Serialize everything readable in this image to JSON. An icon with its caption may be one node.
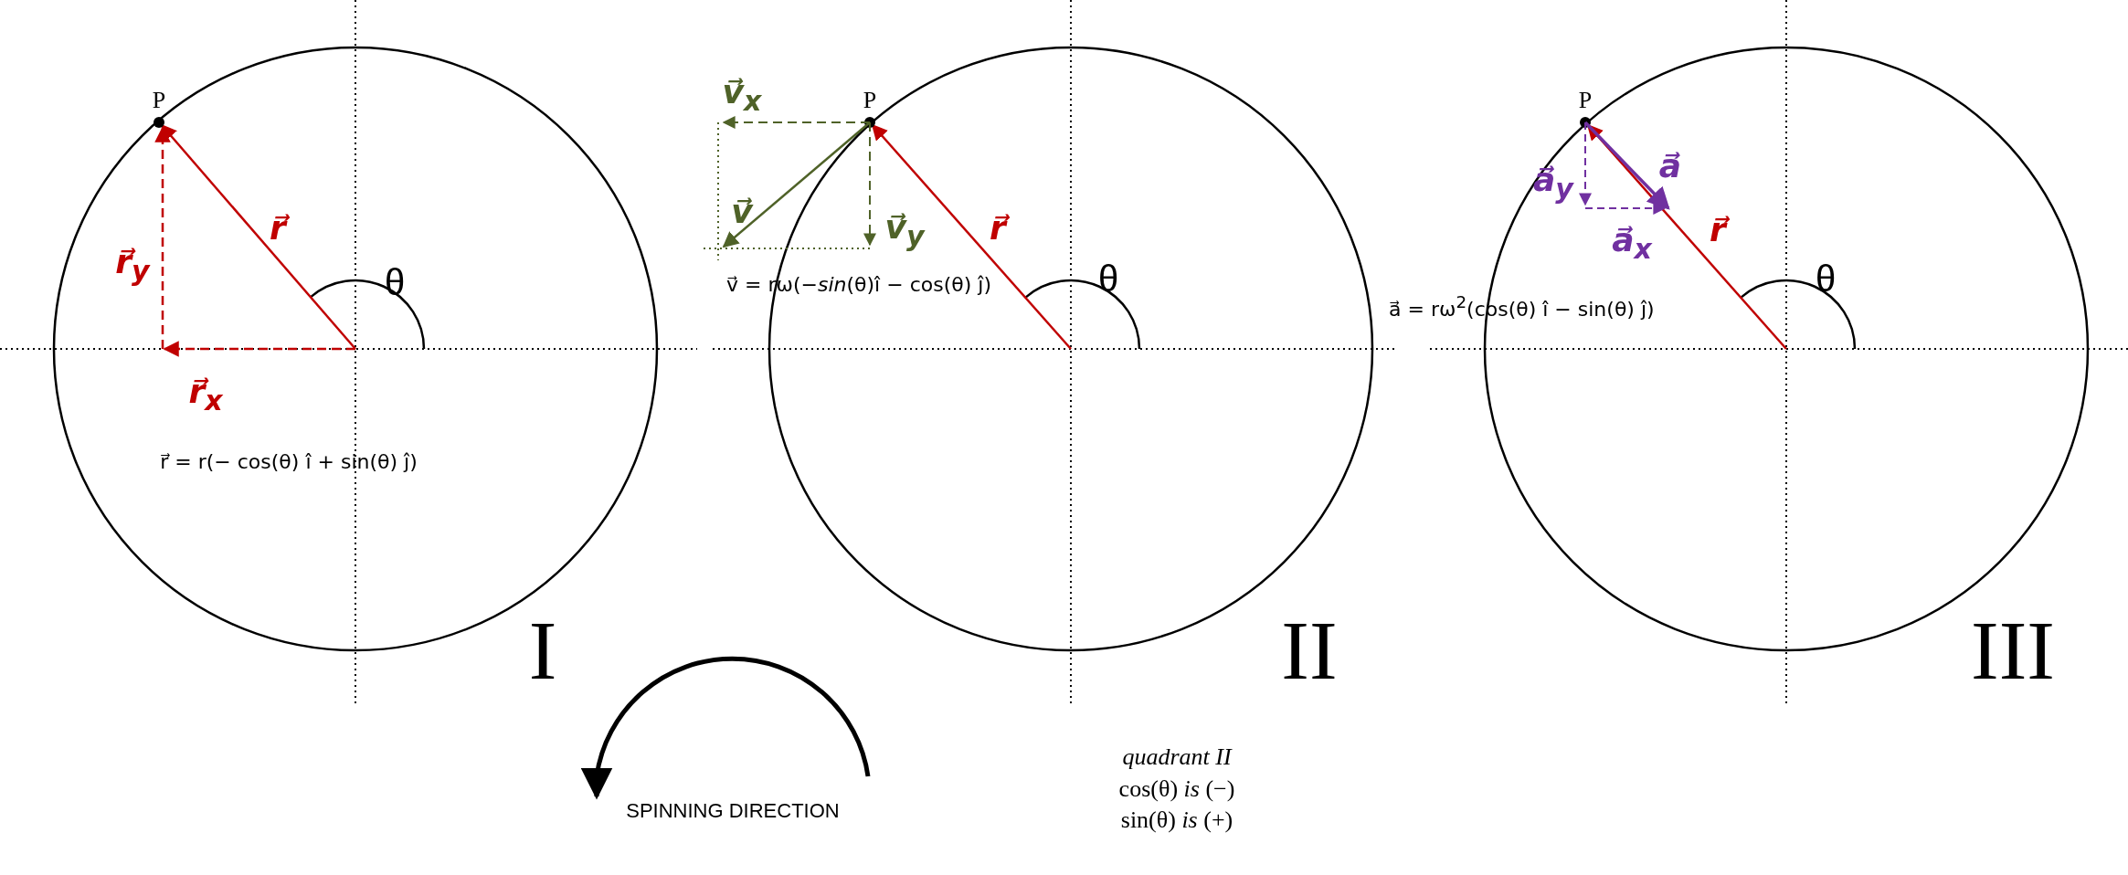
{
  "diagram": {
    "labels": [
      "P",
      "r⃗$_{y}$",
      "r⃗",
      "θ",
      "r⃗$_{x}$",
      "r⃗ = r(− cos(θ) î + sin(θ) ĵ)",
      "I",
      "v⃗$_{x}$",
      "P",
      "v⃗",
      "v⃗$_{y}$",
      "r⃗",
      "θ",
      "v⃗ = rω(−*sin*(θ)î − cos(θ) ĵ)",
      "II",
      "P",
      "a⃗$_{y}$",
      "a⃗",
      "a⃗$_{x}$",
      "r⃗",
      "θ",
      "a⃗ = rω$^{2}$(cos(θ) î − sin(θ) ĵ)",
      "III",
      "SPINNING DIRECTION",
      "*quadrant II*",
      "cos(θ) *is* (−)",
      "sin(θ) *is* (+)"
    ]
  }
}
